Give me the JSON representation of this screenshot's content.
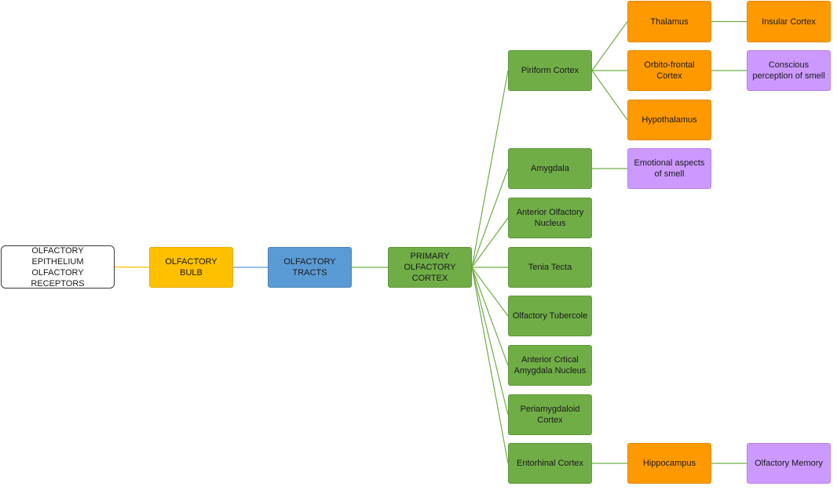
{
  "diagram": {
    "nodes": {
      "epithelium": [
        "OLFACTORY EPITHELIUM",
        "OLFACTORY RECEPTORS"
      ],
      "bulb": [
        "OLFACTORY BULB"
      ],
      "tracts": [
        "OLFACTORY TRACTS"
      ],
      "primary": [
        "PRIMARY",
        "OLFACTORY CORTEX"
      ],
      "piriform": [
        "Piriform Cortex"
      ],
      "amygdala": [
        "Amygdala"
      ],
      "aon": [
        "Anterior Olfactory",
        "Nucleus"
      ],
      "tenia": [
        "Tenia Tecta"
      ],
      "tubercle": [
        "Olfactory Tubercole"
      ],
      "acan": [
        "Anterior Crtical",
        "Amygdala Nucleus"
      ],
      "peria": [
        "Periamygdaloid",
        "Cortex"
      ],
      "entorhinal": [
        "Entorhinal Cortex"
      ],
      "thalamus": [
        "Thalamus"
      ],
      "orbito": [
        "Orbito-frontal",
        "Cortex"
      ],
      "hypo": [
        "Hypothalamus"
      ],
      "emotional": [
        "Emotional aspects",
        "of smell"
      ],
      "hippocampus": [
        "Hippocampus"
      ],
      "insular": [
        "Insular Cortex"
      ],
      "conscious": [
        "Conscious",
        "perception of smell"
      ],
      "memory": [
        "Olfactory Memory"
      ]
    },
    "edges": [
      [
        "epithelium",
        "bulb"
      ],
      [
        "bulb",
        "tracts"
      ],
      [
        "tracts",
        "primary"
      ],
      [
        "primary",
        "piriform"
      ],
      [
        "primary",
        "amygdala"
      ],
      [
        "primary",
        "aon"
      ],
      [
        "primary",
        "tenia"
      ],
      [
        "primary",
        "tubercle"
      ],
      [
        "primary",
        "acan"
      ],
      [
        "primary",
        "peria"
      ],
      [
        "primary",
        "entorhinal"
      ],
      [
        "piriform",
        "thalamus"
      ],
      [
        "piriform",
        "orbito"
      ],
      [
        "piriform",
        "hypo"
      ],
      [
        "thalamus",
        "insular"
      ],
      [
        "orbito",
        "conscious"
      ],
      [
        "amygdala",
        "emotional"
      ],
      [
        "entorhinal",
        "hippocampus"
      ],
      [
        "hippocampus",
        "memory"
      ]
    ],
    "colors": {
      "white": "#ffffff",
      "yellow": "#ffc000",
      "blue": "#5b9bd5",
      "green": "#70ad47",
      "orange": "#ff9900",
      "purple": "#cc99ff",
      "link_yellow": "#ffc000",
      "link_blue": "#5b9bd5",
      "link_green": "#70ad47"
    }
  }
}
